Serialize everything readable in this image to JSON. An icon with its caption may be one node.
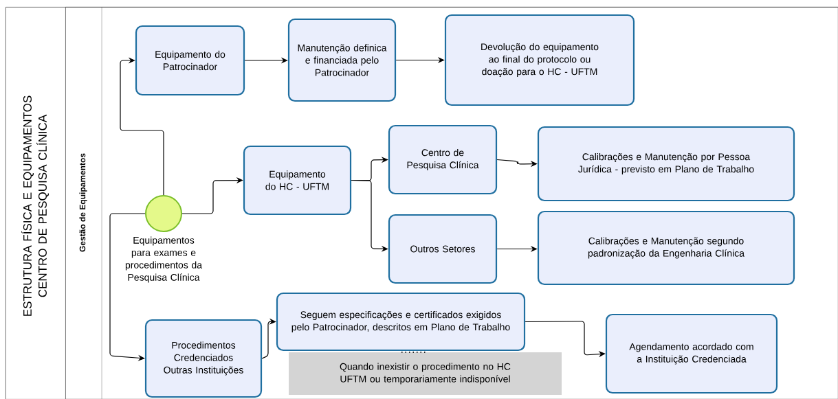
{
  "diagram": {
    "nodes": [
      {
        "text": [
          "ESTRUTURA FÍSICA E EQUIPAMENTOS CENTRO DE PESQUISA CLÍNICA"
        ]
      },
      {
        "text": [
          "Gestão de Equipamentos"
        ],
        "in": 0
      },
      {
        "text": [],
        "shape": "circle",
        "beside": [
          "Equipamentos para exames e procedimentos da Pesquisa Clínica"
        ],
        "in": 1
      },
      {
        "text": [
          "Equipamento do Patrocinador"
        ],
        "in": 1
      },
      {
        "text": [
          "Manutenção definica e financiada pelo Patrocinador"
        ],
        "in": 1
      },
      {
        "text": [
          "Devolução do equipamento ao final do protocolo ou doação para o HC - UFTM"
        ],
        "in": 1
      },
      {
        "text": [
          "Equipamento do HC - UFTM"
        ],
        "in": 1
      },
      {
        "text": [
          "Centro de Pesquisa Clínica"
        ],
        "in": 1
      },
      {
        "text": [
          "Calibrações e Manutenção por Pessoa Jurídica - previsto em Plano de Trabalho"
        ],
        "in": 1
      },
      {
        "text": [
          "Outros Setores"
        ],
        "in": 1
      },
      {
        "text": [
          "Calibrações e Manutenção segundo padronização da Engenharia Clínica"
        ],
        "in": 1
      },
      {
        "text": [
          "Procedimentos Credenciados Outras Instituições"
        ],
        "in": 1
      },
      {
        "text": [
          "Seguem especificações e certificados exigidos pelo Patrocinador, descritos em Plano de Trabalho"
        ],
        "in": 1
      },
      {
        "text": [
          "Quando inexistir o procedimento no HC UFTM ou temporariamente indisponível"
        ],
        "in": 1
      },
      {
        "text": [
          "Agendamento acordado com a Instituição Credenciada"
        ],
        "in": 1
      }
    ],
    "edges": [
      {
        "from": 2,
        "to": 3,
        "arrow": "to"
      },
      {
        "from": 3,
        "to": 4,
        "arrow": "to"
      },
      {
        "from": 4,
        "to": 5,
        "arrow": "to"
      },
      {
        "from": 2,
        "to": 6,
        "arrow": "to"
      },
      {
        "from": 6,
        "to": 7,
        "arrow": "to"
      },
      {
        "from": 6,
        "to": 9,
        "arrow": "to"
      },
      {
        "from": 7,
        "to": 8,
        "arrow": "to"
      },
      {
        "from": 9,
        "to": 10,
        "arrow": "to"
      },
      {
        "from": 2,
        "to": 11,
        "arrow": "to"
      },
      {
        "from": 11,
        "to": 12,
        "arrow": "to"
      },
      {
        "from": 12,
        "to": 14,
        "arrow": "to"
      },
      {
        "from": 13,
        "to": 12,
        "arrow": "none",
        "style": "dashed"
      }
    ]
  }
}
